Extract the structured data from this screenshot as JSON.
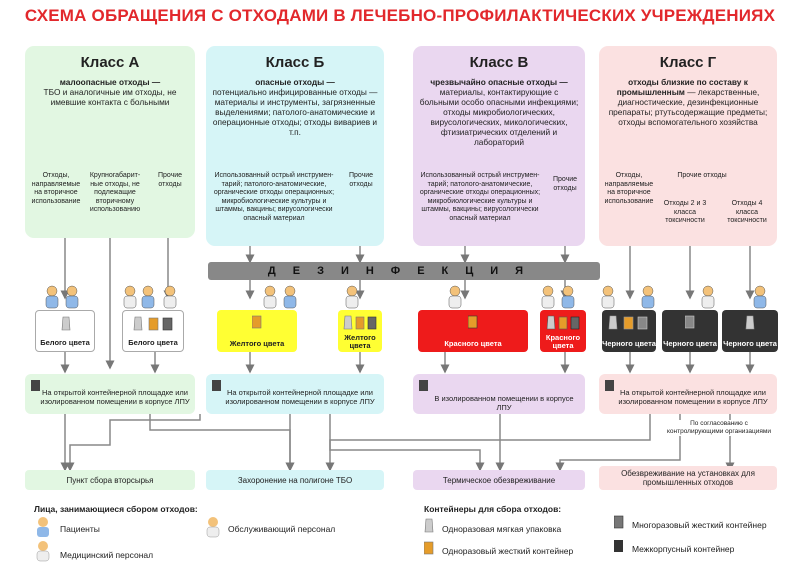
{
  "title": "СХЕМА ОБРАЩЕНИЯ С ОТХОДАМИ В ЛЕЧЕБНО-ПРОФИЛАКТИЧЕСКИХ УЧРЕЖДЕНИЯХ",
  "colors": {
    "title": "#e2282c",
    "classA": "#e2f7e2",
    "classB": "#d6f5f7",
    "classV": "#ead7f0",
    "classG": "#fbe1e1",
    "yellow": "#ffff33",
    "red": "#ee1b1b",
    "black": "#333333",
    "grey": "#888888"
  },
  "classes": [
    {
      "name": "Класс А",
      "desc_bold": "малоопасные отходы —",
      "desc": "ТБО и аналогичные им отходы, не имевшие контакта с больными",
      "subs": [
        "Отходы, направляемые на вторичное использование",
        "Крупногабарит-ные отходы, не подлежащие вторичному использованию",
        "Прочие отходы"
      ]
    },
    {
      "name": "Класс Б",
      "desc_bold": "опасные отходы —",
      "desc": "потенциально инфицированные отходы — материалы и инструменты, загрязненные выделениями; патолого-анатомические и операционные отходы; отходы вивариев и т.п.",
      "subs": [
        "Использованный острый инструмен-тарий; патолого-анатомические, органические отходы операционных; микробиологические культуры и штаммы, вакцины; вирусологически опасный материал",
        "Прочие отходы"
      ]
    },
    {
      "name": "Класс В",
      "desc_bold": "чрезвычайно опасные отходы —",
      "desc": "материалы, контактирующие с больными особо опасными инфекциями; отходы микробиологических, вирусологических, микологических, фтизиатрических отделений и лабораторий",
      "subs": [
        "Использованный острый инструмен-тарий; патолого-анатомические, органические отходы операционных; микробиологические культуры и штаммы, вакцины; вирусологически опасный материал",
        "Прочие отходы"
      ]
    },
    {
      "name": "Класс Г",
      "desc_bold": "отходы близкие по составу к промышленным",
      "desc": "— лекарственные, диагностические, дезинфекционные препараты; ртутьсодержащие предметы; отходы вспомогательного хозяйства",
      "subs": [
        "Отходы, направляемые на вторичное использование",
        "Прочие отходы",
        "Отходы 2 и 3 класса токсичности",
        "Отходы 4 класса токсичности"
      ]
    }
  ],
  "disinfection": "ДЕЗИНФЕКЦИЯ",
  "containers": [
    "Белого цвета",
    "Белого цвета",
    "Желтого цвета",
    "Желтого цвета",
    "Красного цвета",
    "Красного цвета",
    "Черного цвета",
    "Черного цвета",
    "Черного цвета"
  ],
  "storage": [
    "На открытой контейнерной площадке или изолированном помещении в корпусе ЛПУ",
    "На открытой контейнерной площадке или изолированном помещении в корпусе ЛПУ",
    "В изолированном помещении в корпусе ЛПУ",
    "На открытой контейнерной площадке или изолированном помещении в корпусе ЛПУ"
  ],
  "agreement_note": "По согласованию с контролирующими организациями",
  "destinations": [
    "Пункт сбора вторсырья",
    "Захоронение на полигоне ТБО",
    "Термическое обезвреживание",
    "Обезвреживание на установках для промышленных отходов"
  ],
  "legend": {
    "persons_title": "Лица, занимающиеся сбором отходов:",
    "patients": "Пациенты",
    "staff": "Обслуживающий персонал",
    "medical": "Медицинский персонал",
    "containers_title": "Контейнеры для сбора отходов:",
    "soft": "Одноразовая мягкая упаковка",
    "hard_single": "Одноразовый жесткий контейнер",
    "hard_multi": "Многоразовый жесткий контейнер",
    "inter": "Межкорпусный контейнер"
  }
}
